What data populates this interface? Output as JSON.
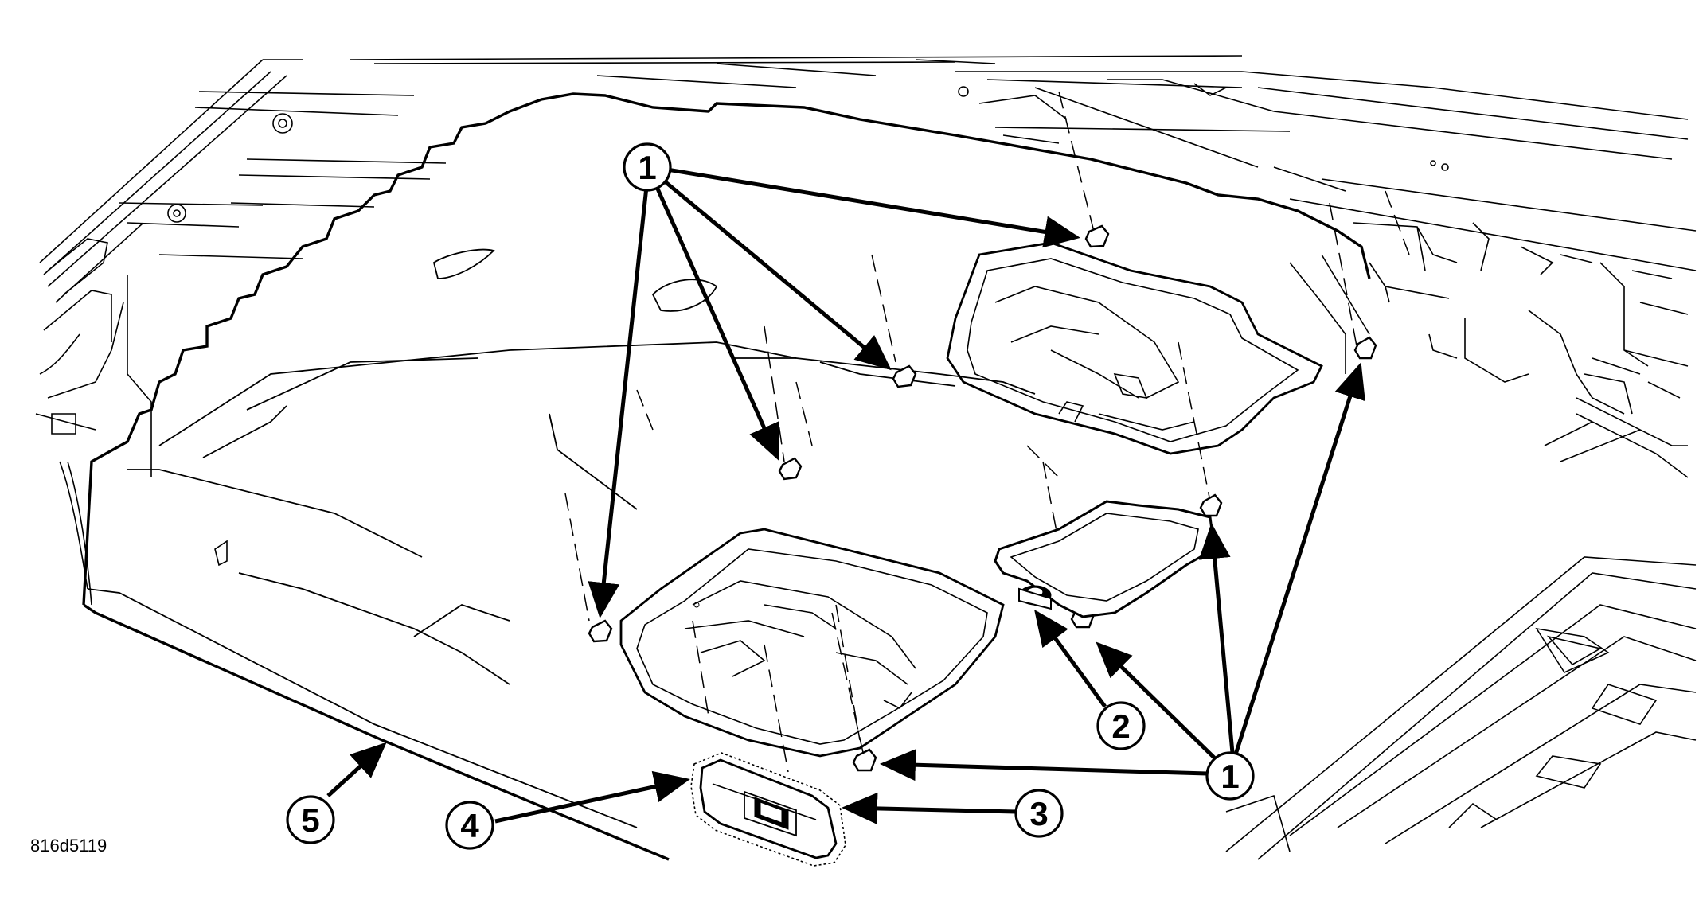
{
  "figure_code": "816d5119",
  "callouts": [
    {
      "id": "callout-1-top",
      "label": "1"
    },
    {
      "id": "callout-1-bottom",
      "label": "1"
    },
    {
      "id": "callout-2",
      "label": "2"
    },
    {
      "id": "callout-3",
      "label": "3"
    },
    {
      "id": "callout-4",
      "label": "4"
    },
    {
      "id": "callout-5",
      "label": "5"
    }
  ],
  "colors": {
    "line": "#000000",
    "background": "#ffffff"
  }
}
